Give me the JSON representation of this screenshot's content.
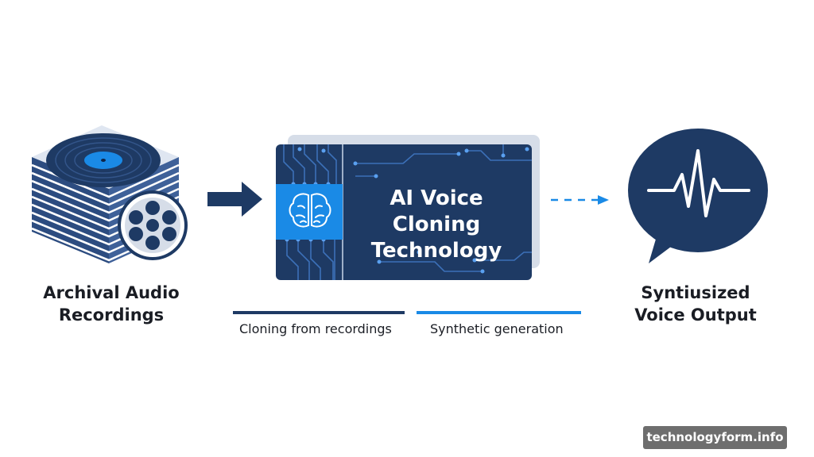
{
  "source": {
    "label_line1": "Archival Audio",
    "label_line2": "Recordings",
    "icon": "vinyl-stack-film-reel-icon"
  },
  "process": {
    "title_line1": "AI Voice Cloning",
    "title_line2": "Technology",
    "icon": "brain-icon"
  },
  "output": {
    "label_line1": "Syntiusized",
    "label_line2": "Voice Output",
    "icon": "waveform-speech-bubble-icon"
  },
  "stages": [
    {
      "label": "Cloning from recordings"
    },
    {
      "label": "Synthetic generation"
    }
  ],
  "watermark": "technologyform.info",
  "colors": {
    "navy": "#1e3a64",
    "accent_blue": "#1a8ae6",
    "card_shadow": "#d6dde8",
    "watermark_bg": "#6e6e6e"
  }
}
